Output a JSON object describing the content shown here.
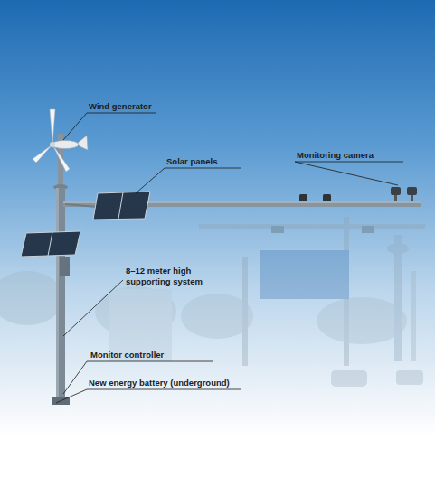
{
  "diagram": {
    "labels": [
      "Wind generator",
      "Solar panels",
      "Monitoring camera",
      "8–12 meter high supporting system",
      "Monitor controller",
      "New energy battery (underground)"
    ]
  }
}
